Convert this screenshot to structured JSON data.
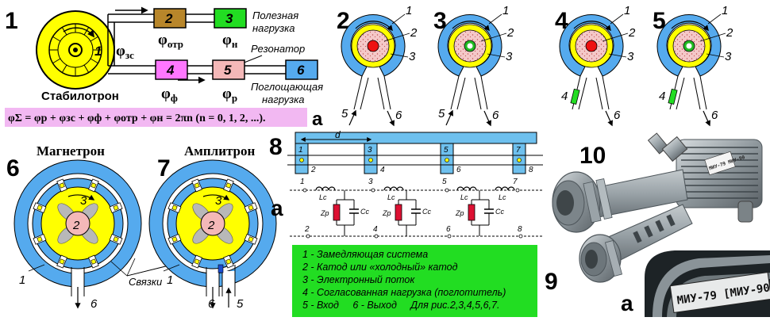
{
  "fig1": {
    "number": "1",
    "stabilotron_label": "Стабилотрон",
    "inner_number": "1",
    "phi_zs": "φ",
    "phi_zs_sub": "зс",
    "box2": "2",
    "box3": "3",
    "box4": "4",
    "box5": "5",
    "box6": "6",
    "phi_otr": "φ",
    "phi_otr_sub": "отр",
    "phi_n": "φ",
    "phi_n_sub": "н",
    "phi_f": "φ",
    "phi_f_sub": "ф",
    "phi_r": "φ",
    "phi_r_sub": "р",
    "useful_load_line1": "Полезная",
    "useful_load_line2": "нагрузка",
    "resonator": "Резонатор",
    "absorb_line1": "Поглощающая",
    "absorb_line2": "нагрузка",
    "formula": "φΣ = φр + φзс + φф + φотр + φн = 2πn (n = 0, 1, 2, ...)."
  },
  "tubes": [
    {
      "number": "2",
      "labels": [
        "1",
        "2",
        "3"
      ],
      "ports": [
        "5",
        "6"
      ],
      "center_color": "#ee1111"
    },
    {
      "number": "3",
      "labels": [
        "1",
        "2",
        "3"
      ],
      "ports": [
        "5",
        "6"
      ],
      "center_color": "#22bb22"
    },
    {
      "number": "4",
      "labels": [
        "1",
        "2",
        "3"
      ],
      "ports": [
        "4",
        "6"
      ],
      "center_color": "#ee1111"
    },
    {
      "number": "5",
      "labels": [
        "1",
        "2",
        "3"
      ],
      "ports": [
        "4",
        "6"
      ],
      "center_color": "#22bb22"
    }
  ],
  "fig6": {
    "number": "6",
    "title": "Магнетрон",
    "center": "2",
    "cathode": "3",
    "label_1": "1",
    "out": "6",
    "straps": "Связки"
  },
  "fig7": {
    "number": "7",
    "title": "Амплитрон",
    "center": "2",
    "cathode": "3",
    "label_1": "1",
    "out": "6",
    "in": "5"
  },
  "fig8": {
    "number": "8",
    "label_a": "a",
    "d": "d",
    "top_nodes": [
      "1",
      "2",
      "3",
      "4",
      "5",
      "6",
      "7",
      "8"
    ],
    "circuit_top": [
      "1",
      "3",
      "5",
      "7"
    ],
    "circuit_bottom": [
      "2",
      "4",
      "6",
      "8"
    ],
    "lc": "Lc",
    "cc": "Cc",
    "zr": "Zр"
  },
  "legend": {
    "line1": "1 - Замедляющая система",
    "line2": "2 - Катод или «холодный» катод",
    "line3": "3 - Электронный поток",
    "line4": "4 - Согласованная нагрузка (поглотитель)",
    "line5": "5 - Вход     6 - Выход     Для рис.2,3,4,5,6,7."
  },
  "photo": {
    "n10": "10",
    "n9": "9",
    "na": "a",
    "stamp": "МИУ-79 [МИУ-90]",
    "stamp_small": "МИУ-79 МИУ-90"
  },
  "colors": {
    "yellow": "#ffff00",
    "blue": "#55aadd",
    "pink": "#f4c8c8",
    "green": "#22dd22",
    "magenta": "#ff77ff",
    "brown": "#b8862a",
    "formula_bg": "#f2b8f2"
  }
}
